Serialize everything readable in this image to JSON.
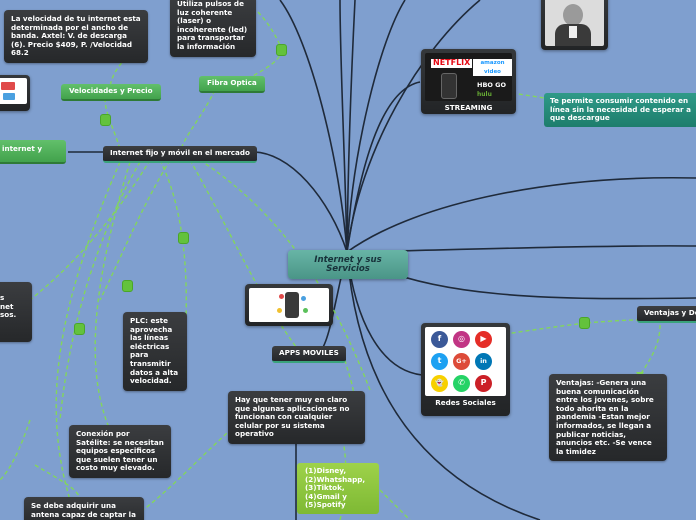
{
  "central": "Internet y sus Servicios",
  "nodes": {
    "velocidad_text": "La velocidad de tu internet esta determinada por el ancho de banda. Axtel: V. de descarga (6). Precio $409, P. /Velocidad 68.2",
    "fibra_text": "Utiliza pulsos de luz coherente (laser) o incoherente (led) para transportar la información",
    "fibra_optica": "Fibra Optica",
    "velocidades_precio": "Velocidades y Precio",
    "internet_fijo": "Internet fijo y móvil en el mercado",
    "internet_y": "internet y",
    "streaming": "STREAMING",
    "streaming_text": "Te permite consumir contenido en línea sin la necesidad de esperar a que descargue",
    "apps_moviles": "APPS MOVILES",
    "apps_text": "Hay que tener muy en claro que algunas aplicaciones no funcionan con cualquier celular por su sistema operativo",
    "apps_list": "(1)Disney, (2)Whatshapp, (3)Tiktok, (4)Gmail y (5)Spotify",
    "redes_sociales": "Redes Sociales",
    "ventajas_label": "Ventajas y De",
    "ventajas_text": "Ventajas: -Genera una buena comunicación entre los jovenes, sobre todo ahorita en la pandemia -Estan mejor informados, se llegan a publicar noticias, anuncios etc. -Se vence la timidez",
    "plc_text": "PLC: este aprovecha las líneas eléctricas para transmitir datos a alta velocidad.",
    "satelite_text": "Conexión por Satélite: se necesitan equipos especificos que suelen tener un costo muy elevado.",
    "antena_text": "Se debe adquirir una antena capaz de captar la",
    "left_cut_text": "s net sos."
  },
  "streaming_logos": [
    "NETFLIX",
    "amazon video",
    "HBO GO",
    "hulu"
  ],
  "social_icons": [
    "f",
    "◎",
    "▶",
    "t",
    "G+",
    "in",
    "👻",
    "✆",
    "P"
  ],
  "colors": {
    "background": "#7f9fcf",
    "lines_dark": "#1f2a3a",
    "lines_green": "#7ed35a",
    "central": "#58a596"
  }
}
